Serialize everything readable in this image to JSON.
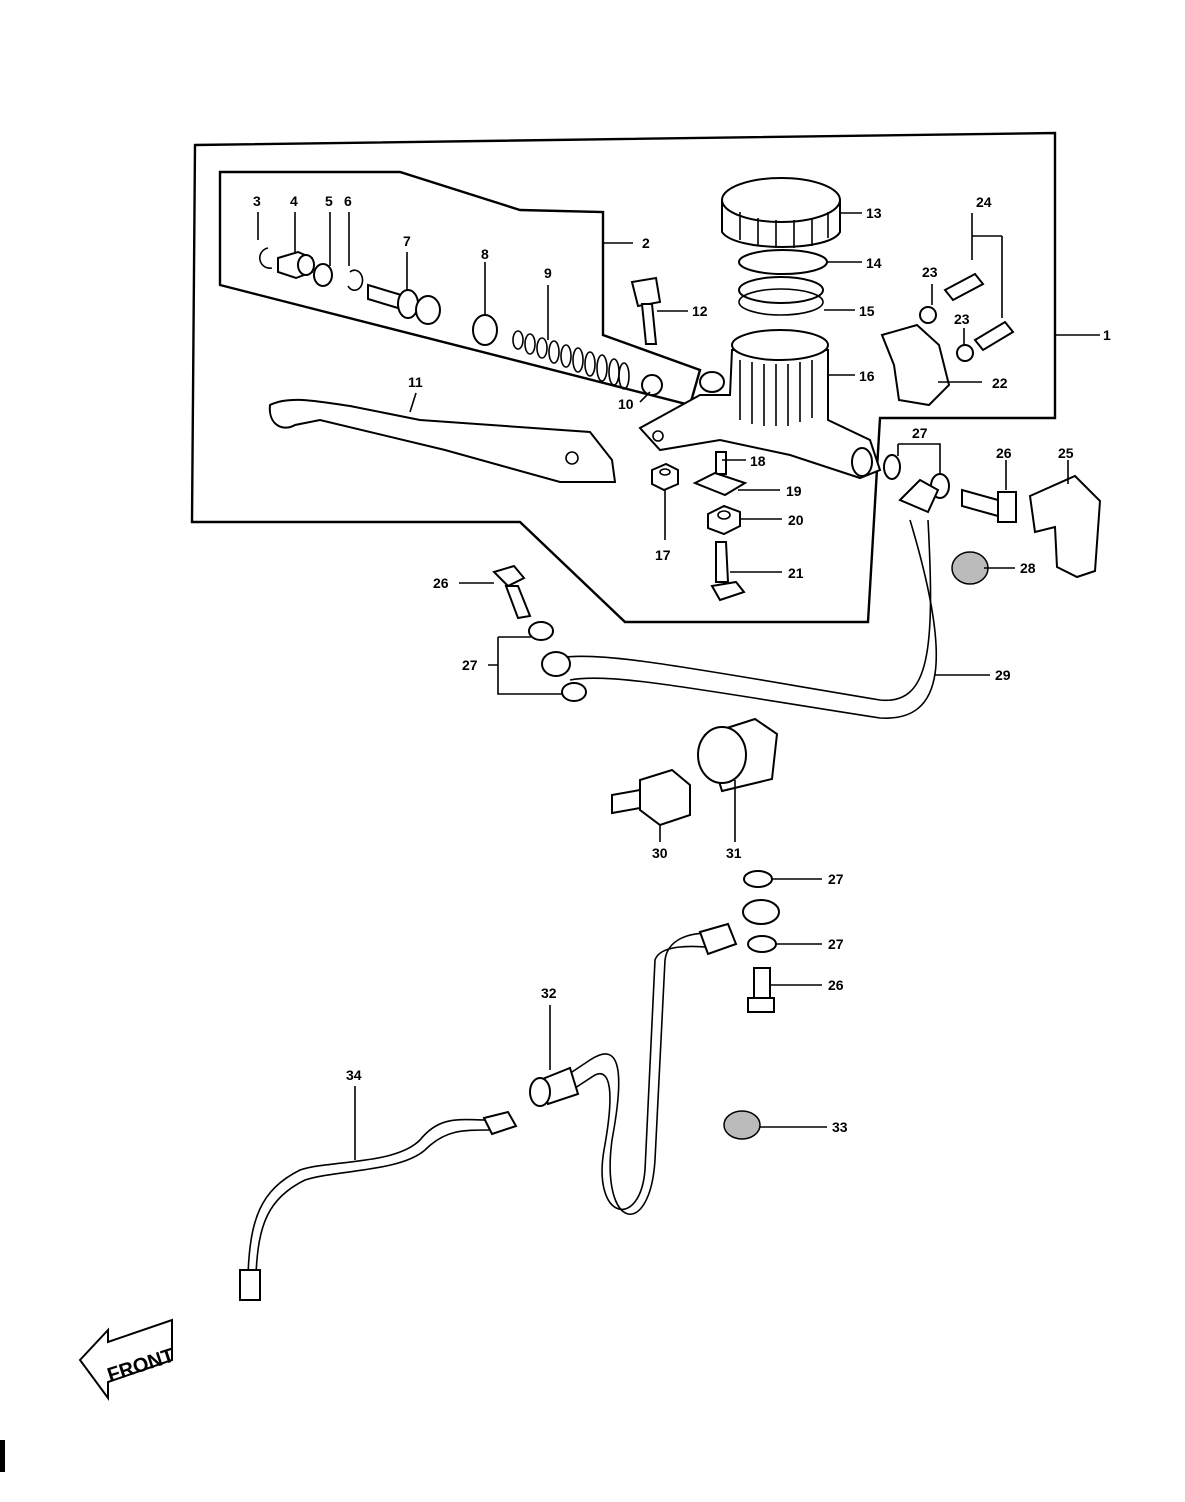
{
  "diagram": {
    "labels": [
      "1",
      "2",
      "3",
      "4",
      "5",
      "6",
      "7",
      "8",
      "9",
      "10",
      "11",
      "12",
      "13",
      "14",
      "15",
      "16",
      "17",
      "18",
      "19",
      "20",
      "21",
      "22",
      "23",
      "23",
      "24",
      "25",
      "26",
      "26",
      "26",
      "27",
      "27",
      "27",
      "27",
      "28",
      "29",
      "30",
      "31",
      "32",
      "33",
      "34"
    ],
    "front_label": "FRONT"
  }
}
